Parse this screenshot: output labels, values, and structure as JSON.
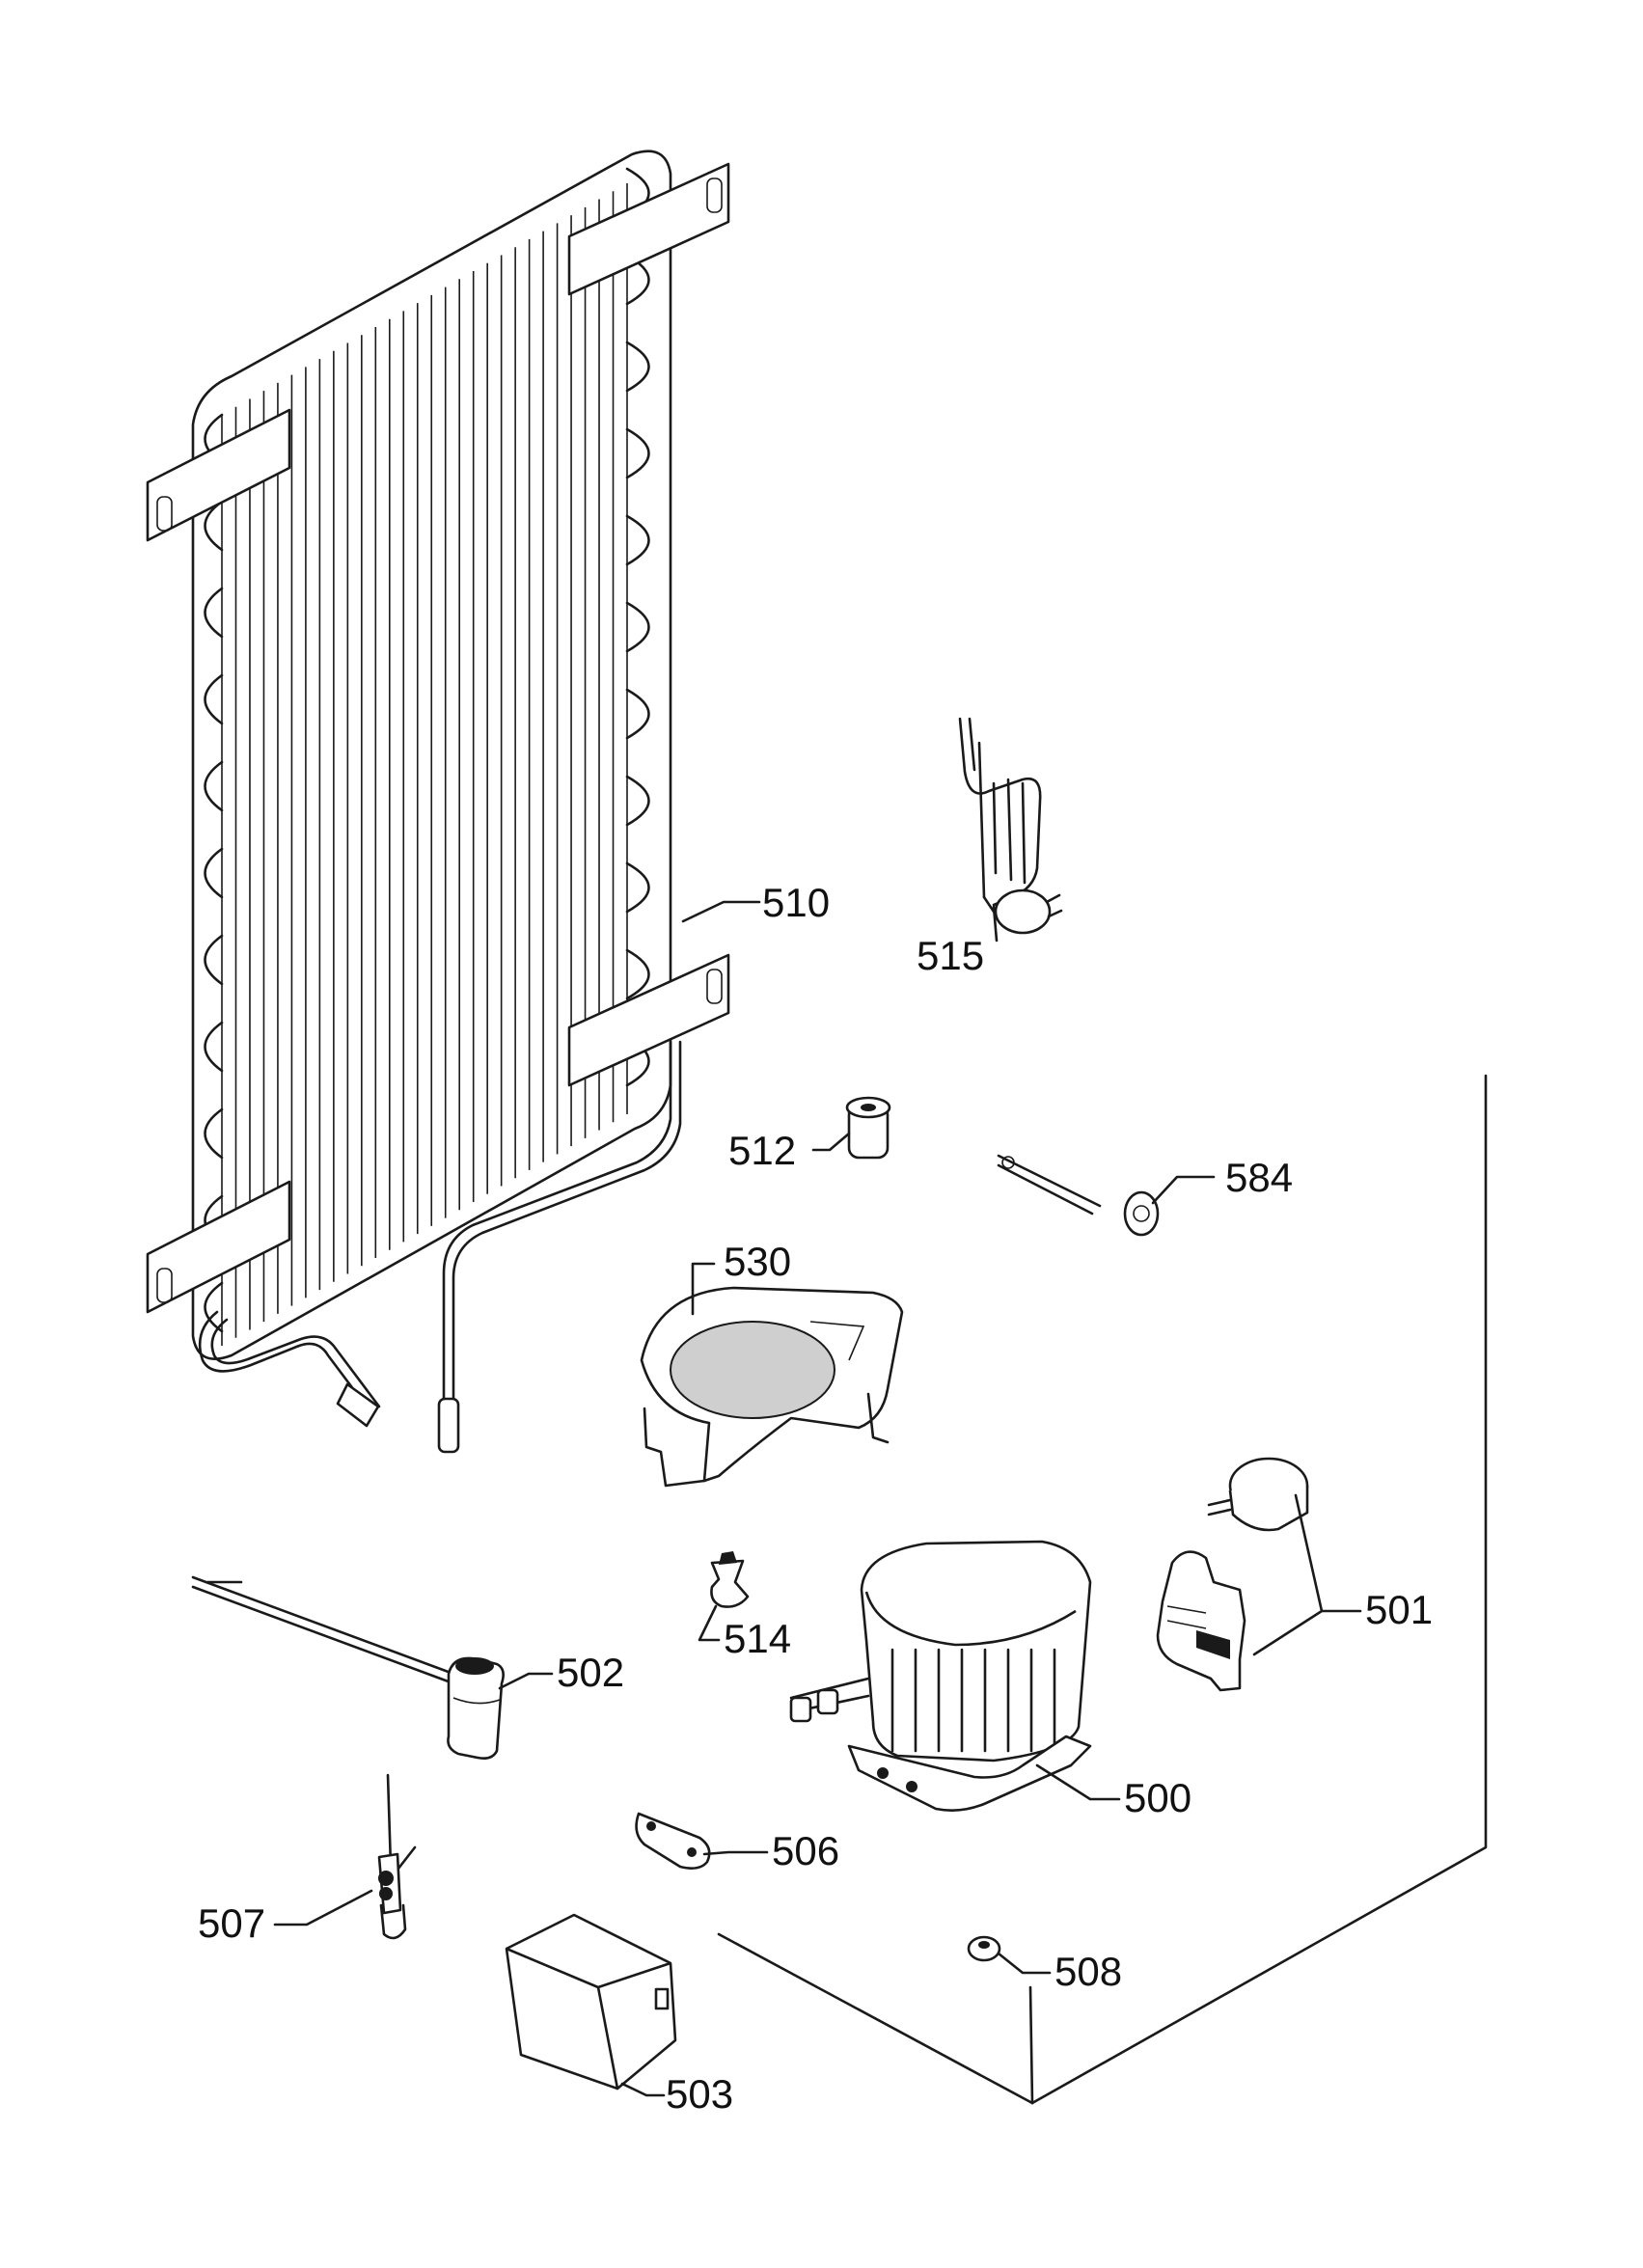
{
  "callouts": {
    "p510": "510",
    "p515": "515",
    "p512": "512",
    "p584": "584",
    "p530": "530",
    "p501": "501",
    "p502": "502",
    "p514": "514",
    "p500": "500",
    "p506": "506",
    "p507": "507",
    "p508": "508",
    "p503": "503"
  },
  "icons": {
    "condenser": "condenser-coil-icon",
    "power_cord": "power-cord-icon",
    "compressor": "compressor-icon",
    "relay": "starter-relay-icon",
    "capacitor": "capacitor-icon",
    "filter_drier": "filter-drier-icon",
    "drip_tray": "drip-tray-icon",
    "cover": "relay-cover-icon"
  },
  "colors": {
    "line": "#1a1a1a",
    "background": "#ffffff"
  }
}
